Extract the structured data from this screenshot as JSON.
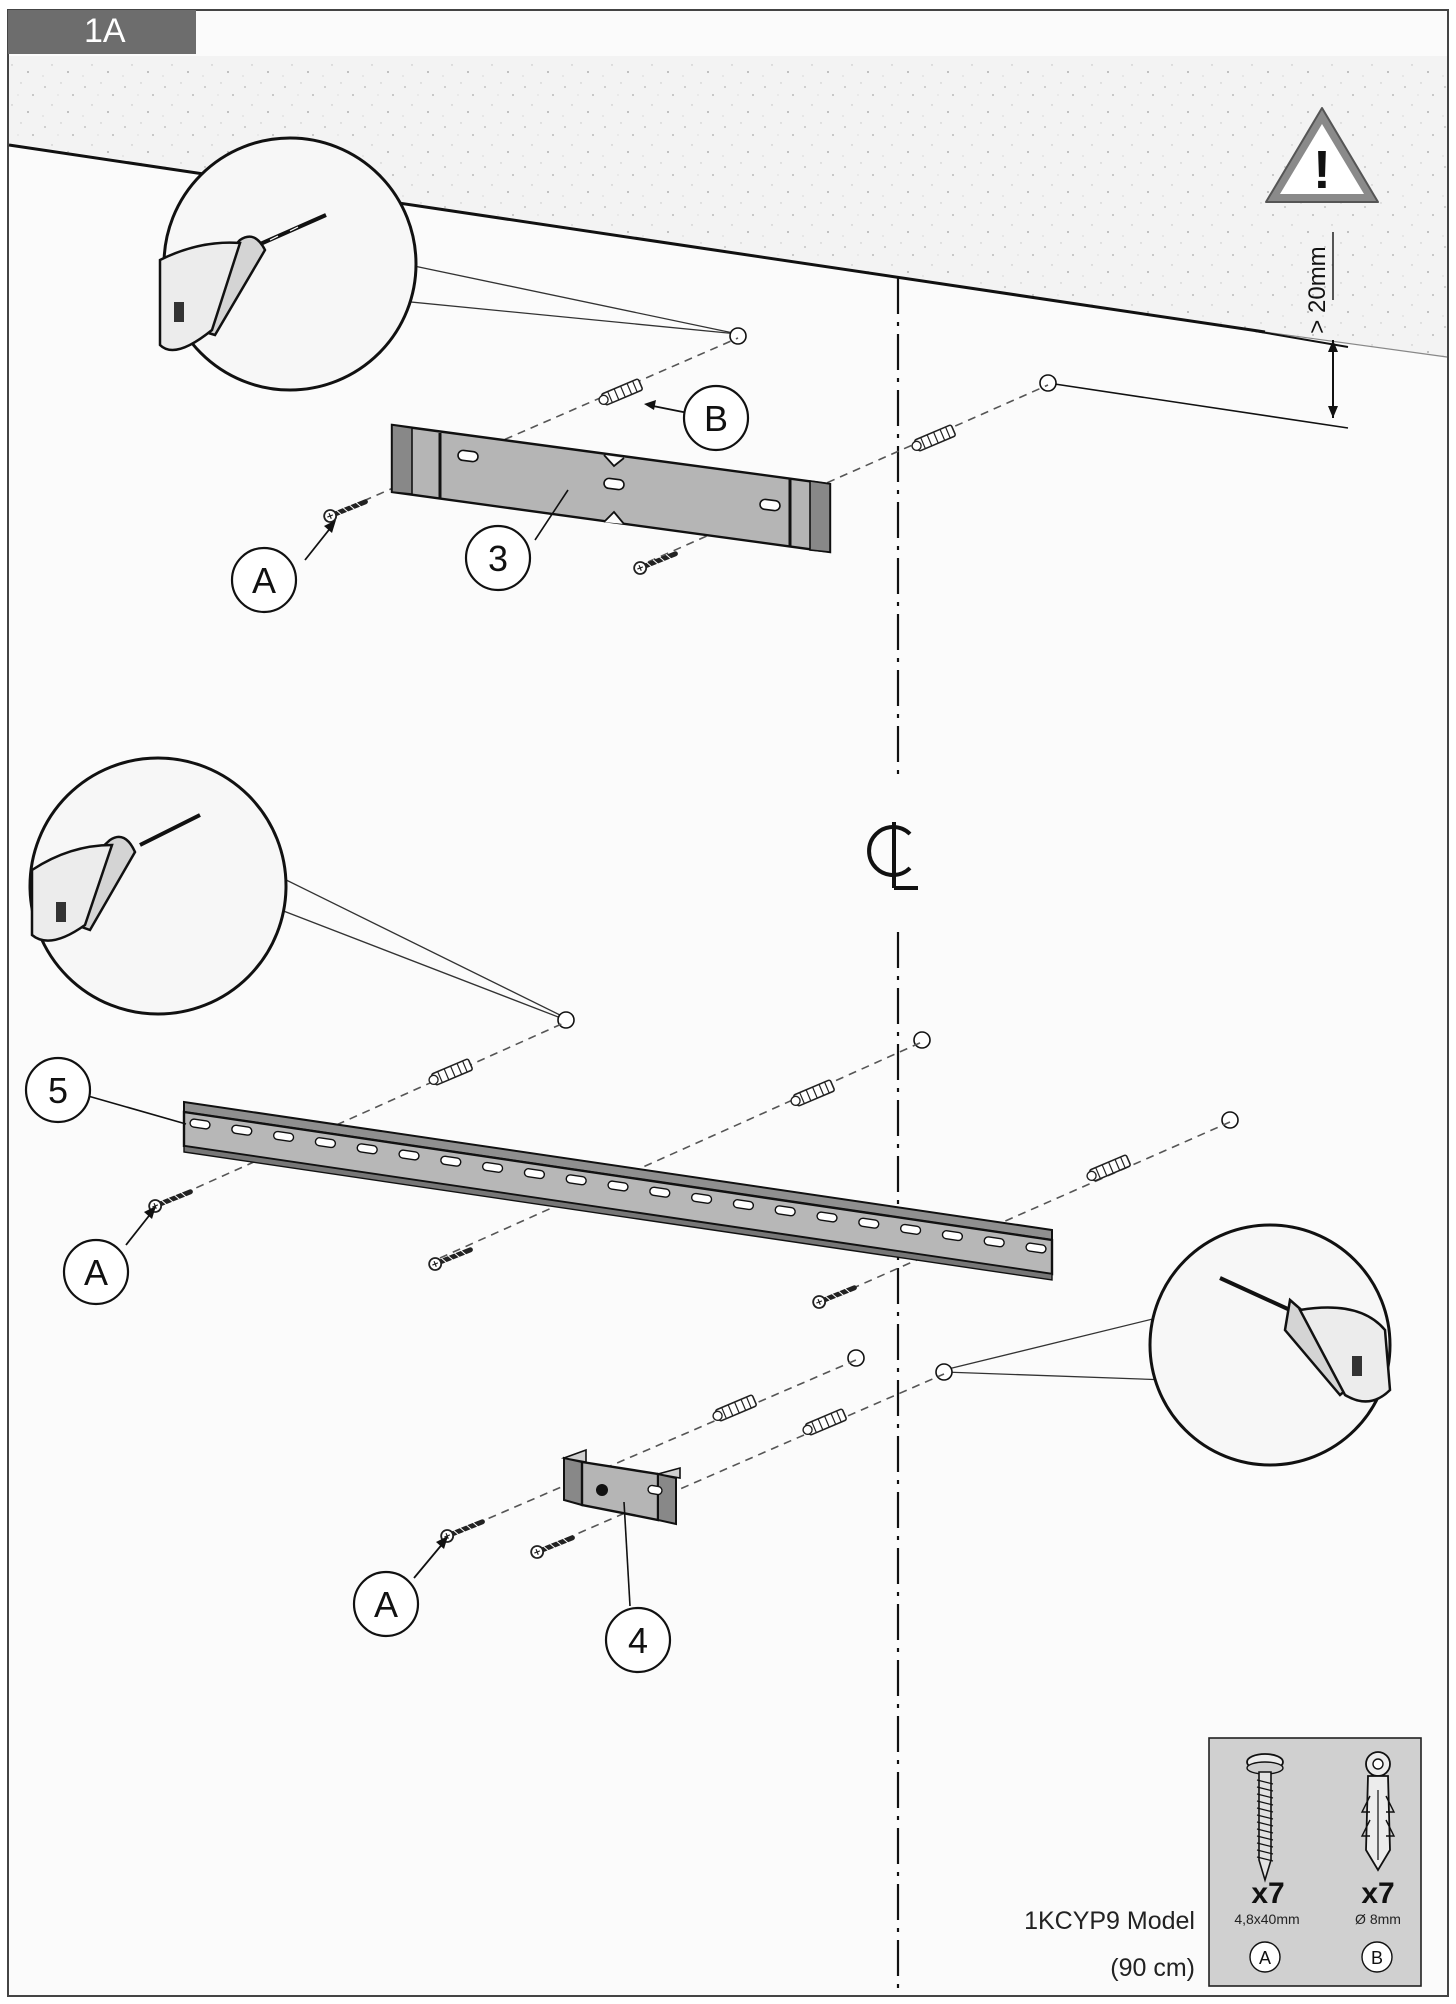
{
  "step": "1A",
  "warning": {
    "icon": "warning-triangle-icon",
    "symbol": "!"
  },
  "clearance": "> 20mm",
  "centerline": "CL",
  "callouts": {
    "A1": "A",
    "B": "B",
    "three": "3",
    "five": "5",
    "A2": "A",
    "A3": "A",
    "four": "4"
  },
  "model": {
    "name": "1KCYP9 Model",
    "size": "(90 cm)"
  },
  "parts": [
    {
      "qty": "x7",
      "spec": "4,8x40mm",
      "id": "A",
      "icon": "screw-icon"
    },
    {
      "qty": "x7",
      "spec": "Ø 8mm",
      "id": "B",
      "icon": "wall-plug-icon"
    }
  ],
  "colors": {
    "bracket": "#a9a9a9",
    "panel": "#d0d0d0",
    "line": "#222222",
    "tag": "#6d6d6d"
  }
}
